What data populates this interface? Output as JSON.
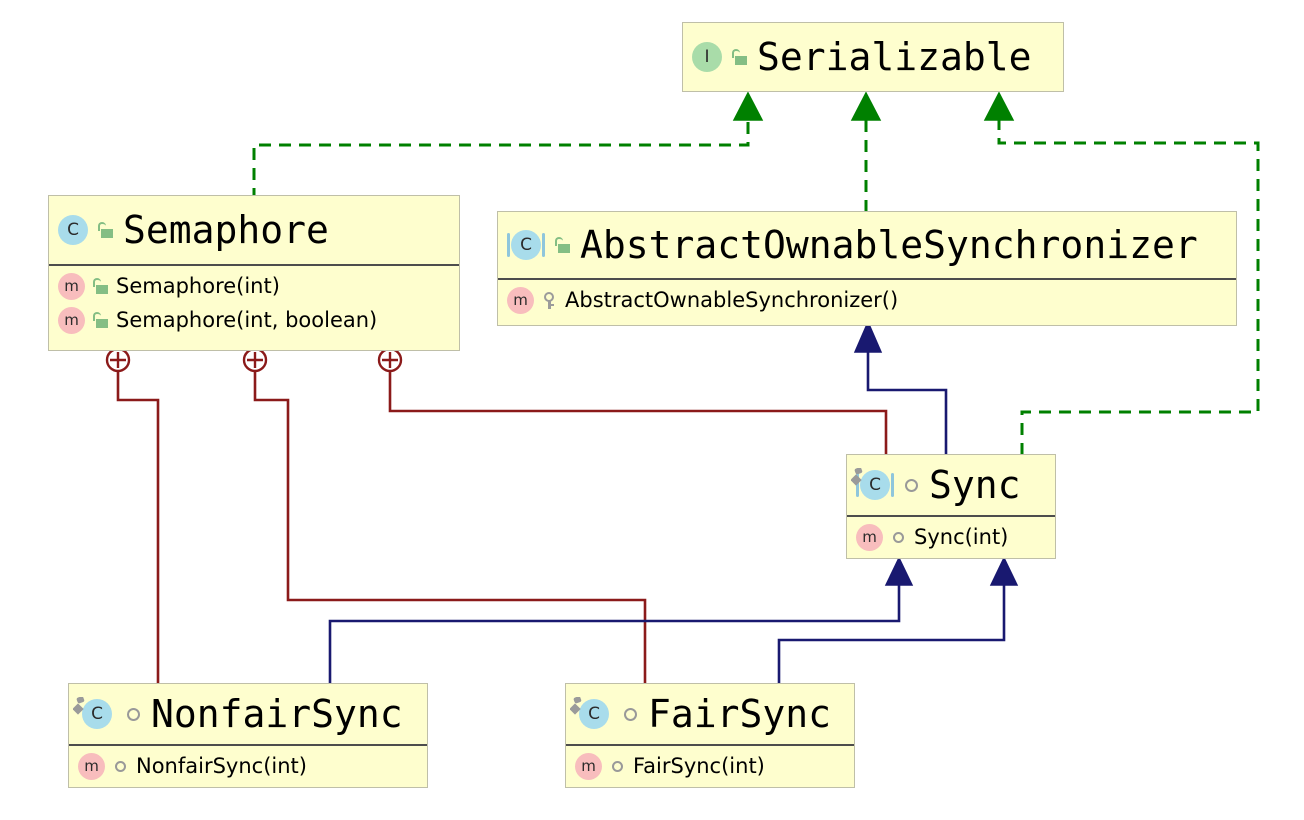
{
  "diagram": {
    "type": "uml-class-diagram",
    "title": "Java Semaphore class hierarchy",
    "background": "#FFFFFF",
    "colors": {
      "box_fill": "#FEFECE",
      "box_border": "#BFBFA8",
      "separator": "#4D4D4D",
      "realization_green": "#008000",
      "inheritance_blue": "#191970",
      "nesting_red": "#8B1A1A",
      "interface_badge": "#A9DCA9",
      "class_badge": "#A8DCEB",
      "method_badge": "#F8BDBD",
      "public_lock": "#84BE84",
      "protected_key": "#9B9B9B",
      "package_circle": "#999999"
    }
  },
  "classes": [
    {
      "id": "serializable",
      "name": "Serializable",
      "kind_icon": "interface-icon",
      "kind_letter": "I",
      "visibility_icon": "public-lock-icon",
      "members": []
    },
    {
      "id": "semaphore",
      "name": "Semaphore",
      "kind_icon": "class-icon",
      "kind_letter": "C",
      "visibility_icon": "public-lock-icon",
      "members": [
        {
          "name": "Semaphore(int)",
          "member_icon": "method-icon",
          "member_letter": "m",
          "visibility_icon": "public-lock-icon"
        },
        {
          "name": "Semaphore(int, boolean)",
          "member_icon": "method-icon",
          "member_letter": "m",
          "visibility_icon": "public-lock-icon"
        }
      ]
    },
    {
      "id": "aos",
      "name": "AbstractOwnableSynchronizer",
      "kind_icon": "abstract-class-icon",
      "kind_letter": "C",
      "visibility_icon": "public-lock-icon",
      "members": [
        {
          "name": "AbstractOwnableSynchronizer()",
          "member_icon": "method-icon",
          "member_letter": "m",
          "visibility_icon": "protected-key-icon"
        }
      ]
    },
    {
      "id": "sync",
      "name": "Sync",
      "kind_icon": "abstract-nested-class-icon",
      "kind_letter": "C",
      "visibility_icon": "package-private-circle-icon",
      "members": [
        {
          "name": "Sync(int)",
          "member_icon": "method-icon",
          "member_letter": "m",
          "visibility_icon": "package-private-circle-icon"
        }
      ]
    },
    {
      "id": "nonfairsync",
      "name": "NonfairSync",
      "kind_icon": "nested-class-icon",
      "kind_letter": "C",
      "visibility_icon": "package-private-circle-icon",
      "members": [
        {
          "name": "NonfairSync(int)",
          "member_icon": "method-icon",
          "member_letter": "m",
          "visibility_icon": "package-private-circle-icon"
        }
      ]
    },
    {
      "id": "fairsync",
      "name": "FairSync",
      "kind_icon": "nested-class-icon",
      "kind_letter": "C",
      "visibility_icon": "package-private-circle-icon",
      "members": [
        {
          "name": "FairSync(int)",
          "member_icon": "method-icon",
          "member_letter": "m",
          "visibility_icon": "package-private-circle-icon"
        }
      ]
    }
  ],
  "relationships": [
    {
      "kind": "realization",
      "from": "semaphore",
      "to": "serializable",
      "style": "dashed",
      "color": "#008000",
      "arrow": "filled-triangle"
    },
    {
      "kind": "realization",
      "from": "aos",
      "to": "serializable",
      "style": "dashed",
      "color": "#008000",
      "arrow": "filled-triangle"
    },
    {
      "kind": "realization",
      "from": "sync",
      "to": "serializable",
      "style": "dashed",
      "color": "#008000",
      "arrow": "filled-triangle"
    },
    {
      "kind": "inheritance",
      "from": "sync",
      "to": "aos",
      "style": "solid",
      "color": "#191970",
      "arrow": "filled-triangle"
    },
    {
      "kind": "inheritance",
      "from": "nonfairsync",
      "to": "sync",
      "style": "solid",
      "color": "#191970",
      "arrow": "filled-triangle"
    },
    {
      "kind": "inheritance",
      "from": "fairsync",
      "to": "sync",
      "style": "solid",
      "color": "#191970",
      "arrow": "filled-triangle"
    },
    {
      "kind": "nesting",
      "from": "semaphore",
      "to": "nonfairsync",
      "style": "solid",
      "color": "#8B1A1A",
      "arrow": "circle-plus"
    },
    {
      "kind": "nesting",
      "from": "semaphore",
      "to": "fairsync",
      "style": "solid",
      "color": "#8B1A1A",
      "arrow": "circle-plus"
    },
    {
      "kind": "nesting",
      "from": "semaphore",
      "to": "sync",
      "style": "solid",
      "color": "#8B1A1A",
      "arrow": "circle-plus"
    }
  ]
}
